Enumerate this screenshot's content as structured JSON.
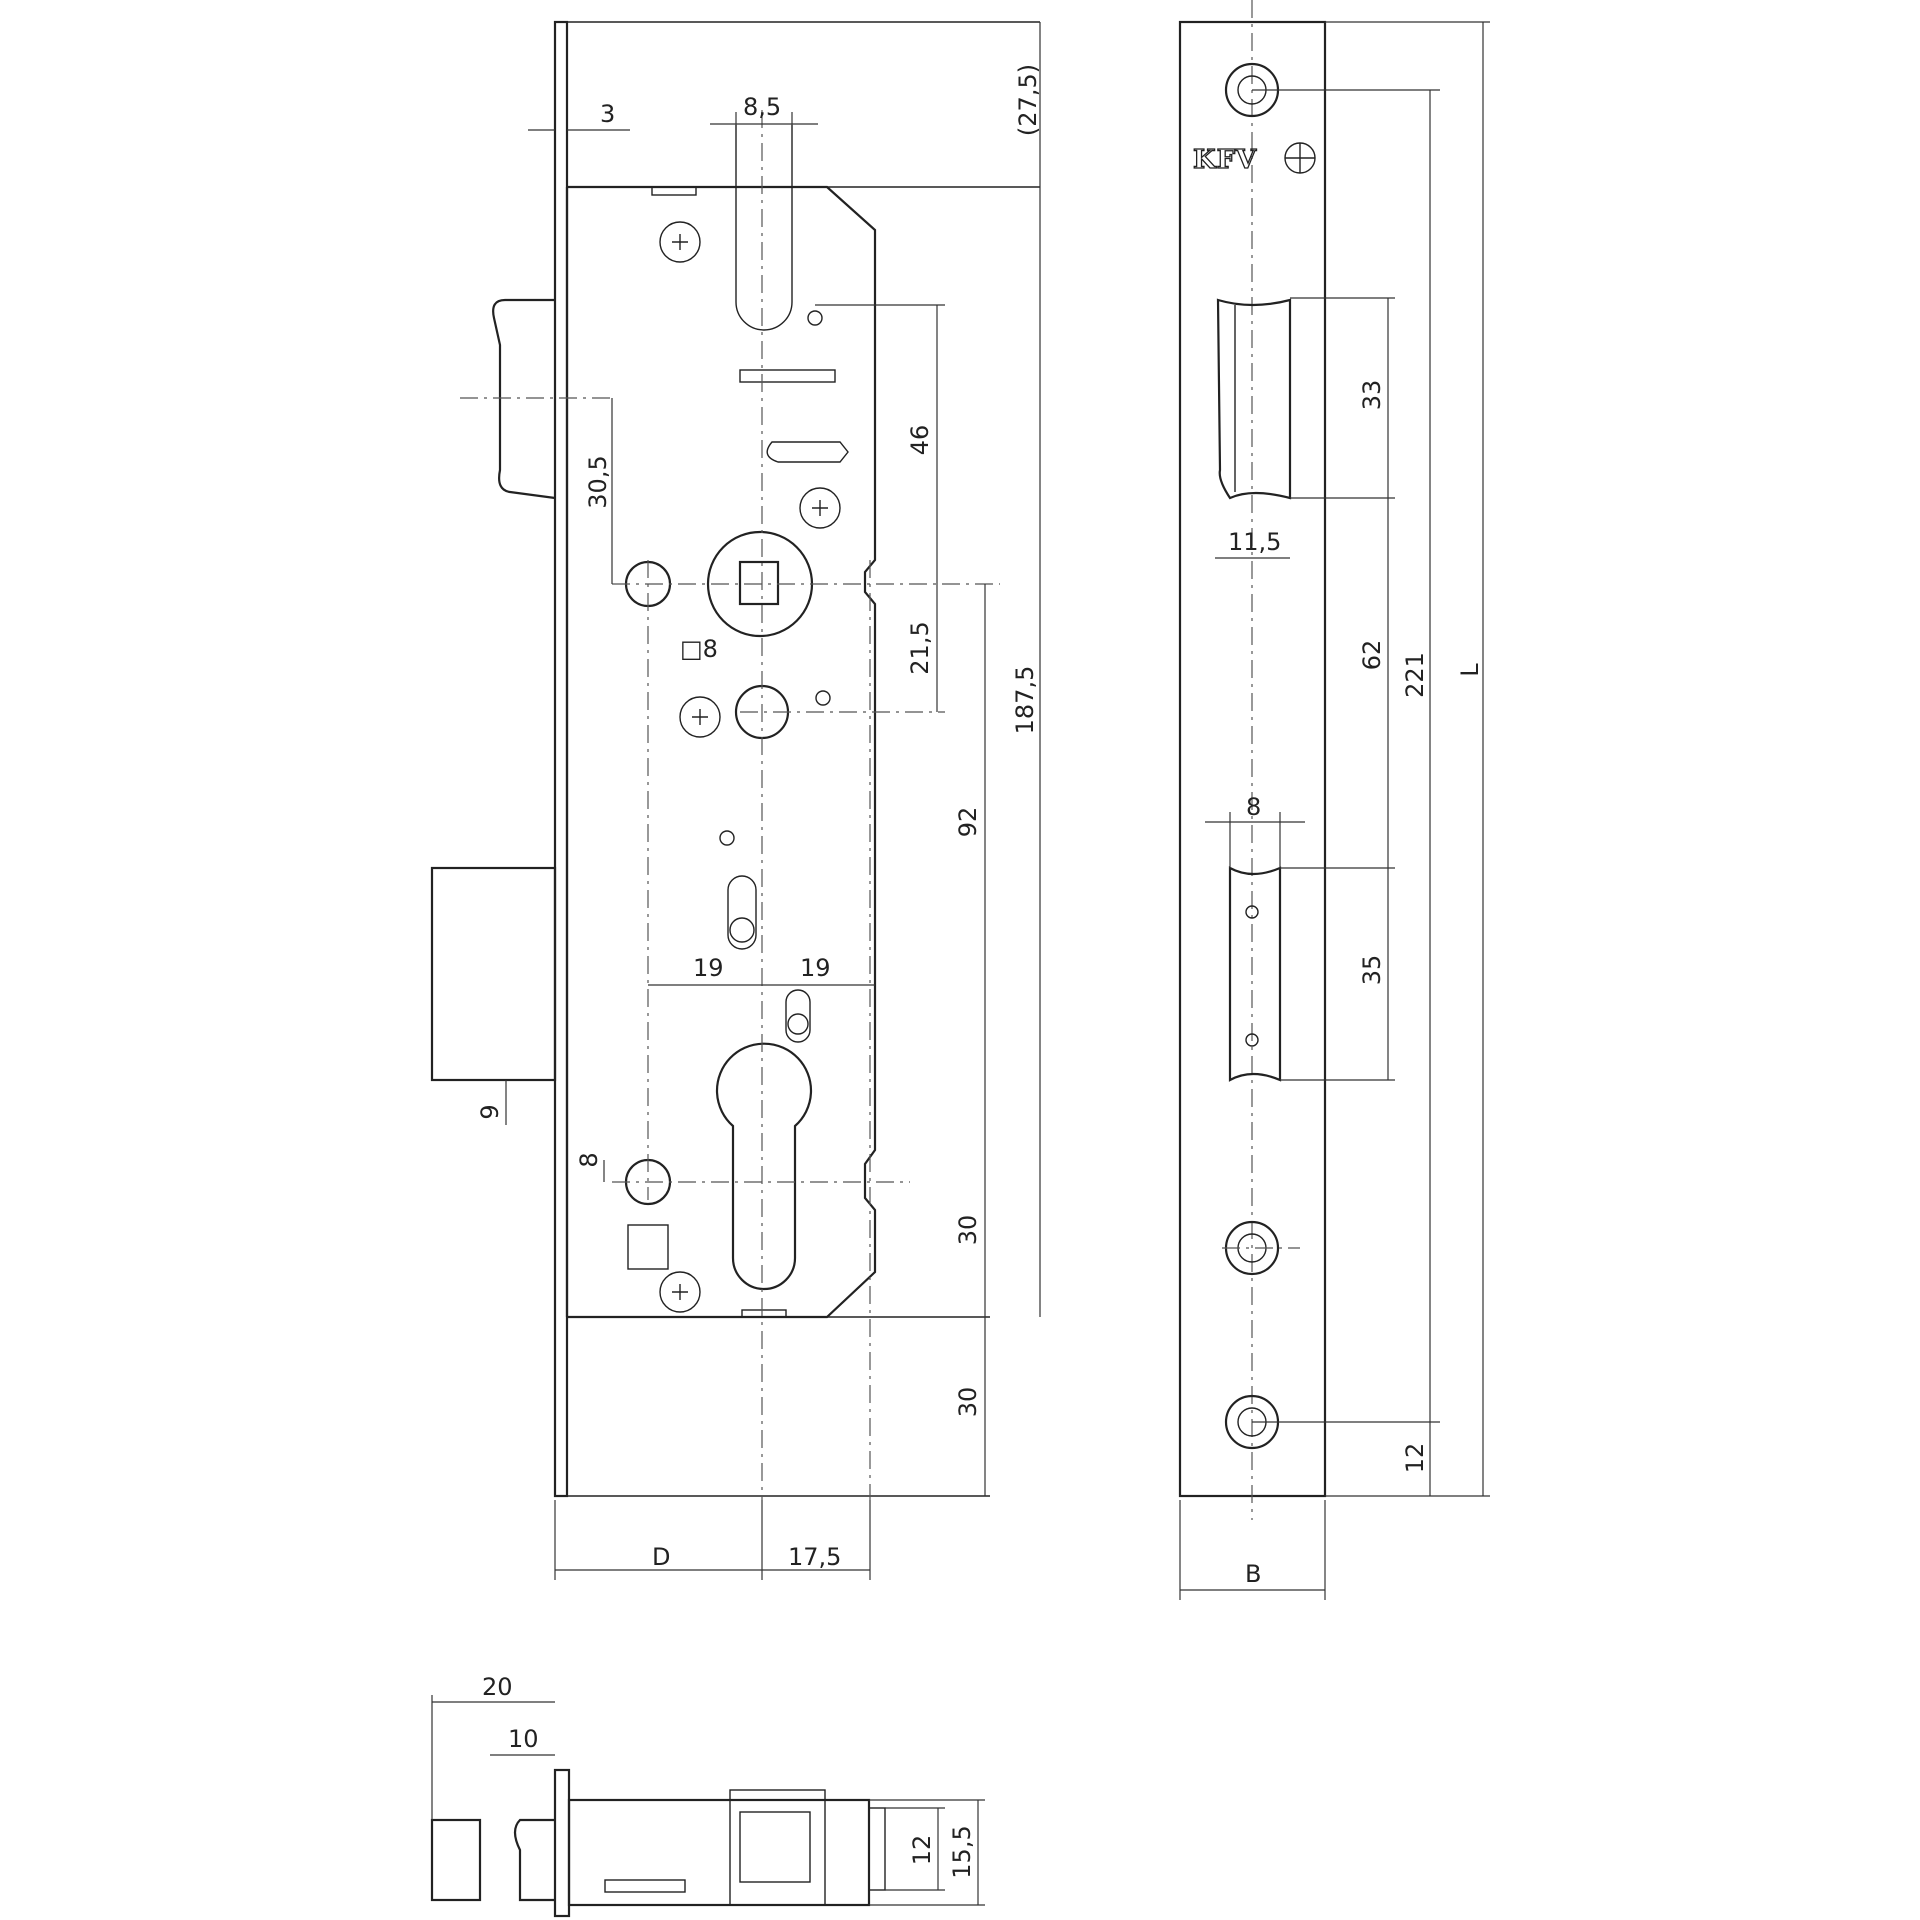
{
  "brand": {
    "logo_text": "KFV"
  },
  "dimensions": {
    "front_plate_3": "3",
    "follower_slot_8_5": "8,5",
    "top_offset_27_5": "(27,5)",
    "latch_30_5": "30,5",
    "spacing_46": "46",
    "spacing_21_5": "21,5",
    "square_8": "□8",
    "case_187_5": "187,5",
    "spacing_92": "92",
    "screw_19_left": "19",
    "screw_19_right": "19",
    "bolt_9": "9",
    "hole_8": "8",
    "cyl_30": "30",
    "bottom_30": "30",
    "backset_D": "D",
    "depth_17_5": "17,5",
    "latch_33": "33",
    "latch_11_5": "11,5",
    "spacing_62": "62",
    "height_221": "221",
    "length_L": "L",
    "bolt_width_8": "8",
    "bolt_35": "35",
    "edge_12": "12",
    "width_B": "B",
    "throw_20": "20",
    "throw_10": "10",
    "side_12": "12",
    "side_15_5": "15,5"
  }
}
